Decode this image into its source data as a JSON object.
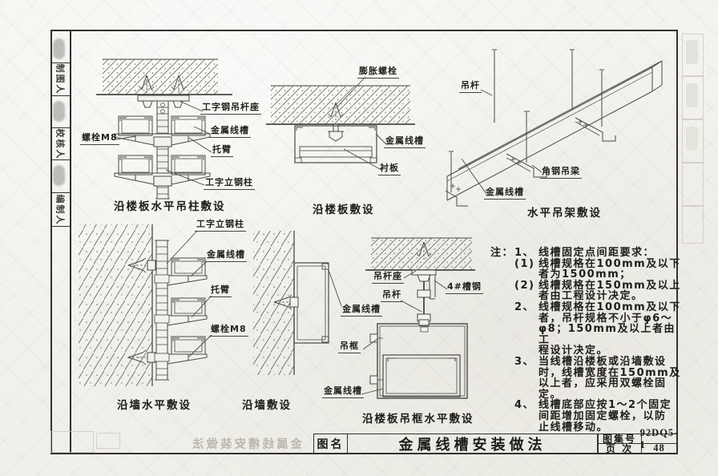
{
  "meta": {
    "paper_color": "#f2f1ec",
    "ink_color": "#44433e",
    "doc_type": "scanned standard drawing page"
  },
  "margin": {
    "roles": [
      {
        "label": "制图人"
      },
      {
        "label": "校核人"
      },
      {
        "label": "编制人"
      }
    ]
  },
  "diagrams": {
    "d1": {
      "caption": "沿楼板水平吊柱敷设",
      "labels": [
        "工字钢吊杆座",
        "金属线槽",
        "托臂",
        "工字立钢柱",
        "螺栓M8"
      ]
    },
    "d2": {
      "caption": "沿楼板敷设",
      "labels": [
        "膨胀螺栓",
        "金属线槽",
        "衬板"
      ]
    },
    "d3": {
      "caption": "水平吊架敷设",
      "labels": [
        "吊杆",
        "角钢吊梁",
        "金属线槽"
      ]
    },
    "d4": {
      "caption": "沿墙水平敷设",
      "labels": [
        "工字立钢柱",
        "金属线槽",
        "托臂",
        "螺栓M8"
      ]
    },
    "d5": {
      "caption": "沿墙敷设",
      "labels": [
        "金属线槽"
      ]
    },
    "d6": {
      "caption": "沿楼板吊框水平敷设",
      "labels": [
        "吊杆座",
        "4#槽钢",
        "吊杆",
        "吊框",
        "金属线槽"
      ]
    }
  },
  "notes": {
    "head": "注：",
    "rows": [
      {
        "no": "1、",
        "text": "线槽固定点间距要求："
      },
      {
        "no": "(1)",
        "text": "线槽规格在100mm及以下\n者为1500mm；"
      },
      {
        "no": "(2)",
        "text": "线槽规格在150mm及以上\n者由工程设计决定。"
      },
      {
        "no": "2、",
        "text": "线槽规格在100mm及以下\n者，吊杆规格不小于φ6～\nφ8；150mm及以上者由工\n程设计决定。"
      },
      {
        "no": "3、",
        "text": "当线槽沿楼板或沿墙敷设\n时，线槽宽度在150mm及\n以上者，应采用双螺栓固\n定。"
      },
      {
        "no": "4、",
        "text": "线槽底部应按1～2个固定\n间距增加固定螺栓，以防\n止线槽移动。"
      }
    ]
  },
  "title_block": {
    "name_label": "图名",
    "title": "金属线槽安装做法",
    "atlas_label": "图集号",
    "atlas_value": "92DQ5-1",
    "page_label": "页 次",
    "page_value": "48"
  },
  "bleed": {
    "mirror_title": "金属线槽安装做法"
  }
}
